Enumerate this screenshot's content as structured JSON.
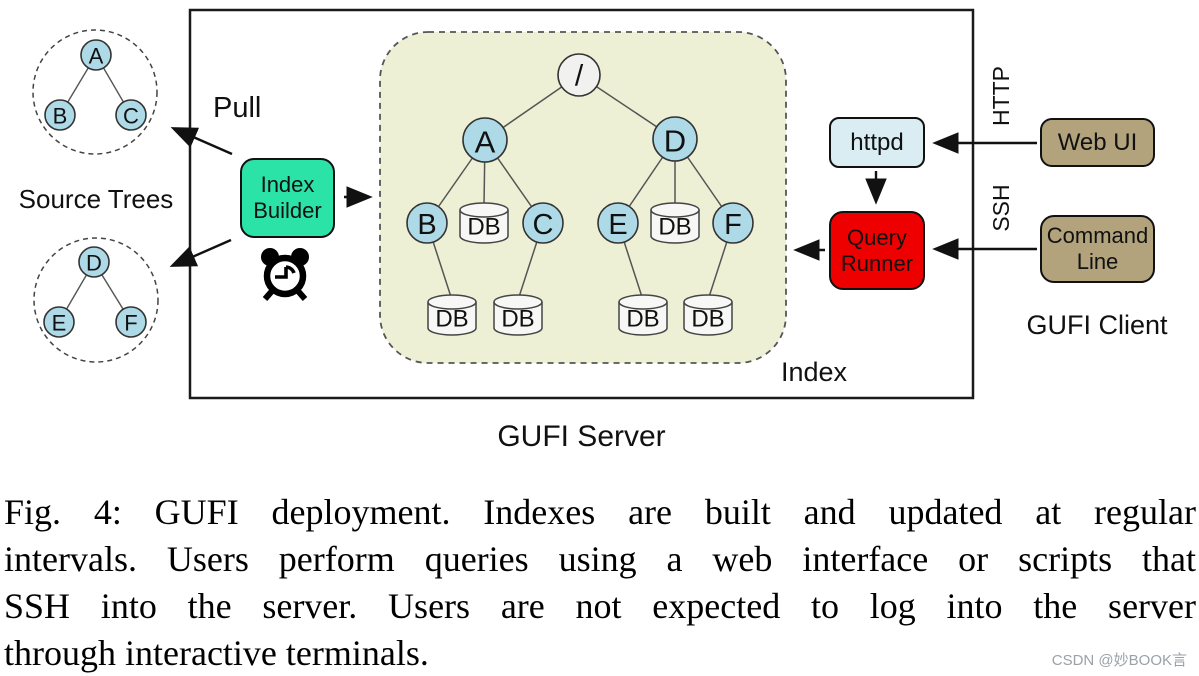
{
  "figure": {
    "source_trees": {
      "label": "Source Trees",
      "tree1": {
        "root": "A",
        "left": "B",
        "right": "C"
      },
      "tree2": {
        "root": "D",
        "left": "E",
        "right": "F"
      }
    },
    "server": {
      "label": "GUFI Server",
      "pull_label": "Pull",
      "index_builder": {
        "line1": "Index",
        "line2": "Builder"
      },
      "clock_icon": "alarm-clock",
      "index": {
        "label": "Index",
        "root": "/",
        "level1": {
          "left": "A",
          "right": "D"
        },
        "level2": {
          "b": "B",
          "c": "C",
          "e": "E",
          "f": "F"
        },
        "db_label": "DB"
      },
      "httpd": {
        "label": "httpd"
      },
      "query_runner": {
        "line1": "Query",
        "line2": "Runner"
      }
    },
    "client": {
      "label": "GUFI Client",
      "web_ui": {
        "label": "Web UI"
      },
      "command_line": {
        "line1": "Command",
        "line2": "Line"
      },
      "protocols": {
        "http": "HTTP",
        "ssh": "SSH"
      }
    }
  },
  "caption": {
    "lines": [
      "Fig. 4: GUFI deployment. Indexes are built and updated at regular",
      "intervals. Users perform queries using a web interface or scripts that",
      "SSH into the server. Users are not expected to log into the server",
      "through interactive terminals."
    ]
  },
  "watermark": "CSDN @妙BOOK言",
  "colors": {
    "index_builder_bg": "#2BE3A7",
    "httpd_bg": "#D9EDF2",
    "query_runner_bg": "#EE0000",
    "client_box_bg": "#B2A37C",
    "node_blue": "#AEDAE7",
    "root_node_fill": "#F1F1EF",
    "db_fill": "#F7F7F5",
    "index_region_bg": "#EDF0D5"
  }
}
